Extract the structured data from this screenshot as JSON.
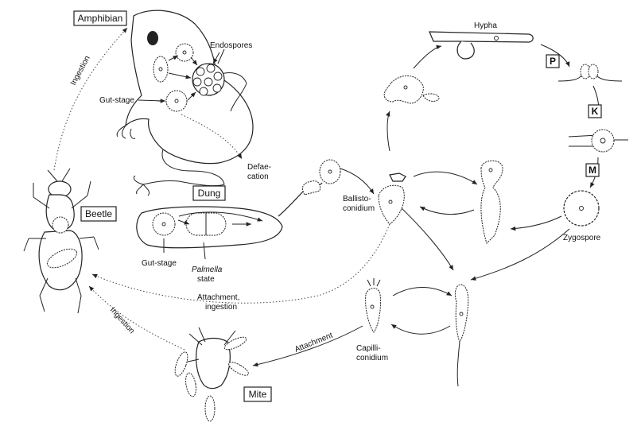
{
  "stages": {
    "amphibian": "Amphibian",
    "beetle": "Beetle",
    "dung": "Dung",
    "mite": "Mite",
    "p": "P",
    "k": "K",
    "m": "M"
  },
  "labels": {
    "endospores": "Endospores",
    "gut_stage_top": "Gut-stage",
    "ingestion_left": "Ingestion",
    "defaecation_1": "Defae-",
    "defaecation_2": "cation",
    "gut_stage_dung": "Gut-stage",
    "palmella_1": "Palmella",
    "palmella_2": "state",
    "hypha": "Hypha",
    "ballisto_1": "Ballisto-",
    "ballisto_2": "conidium",
    "zygospore": "Zygospore",
    "attach_ingest_1": "Attachment,",
    "attach_ingest_2": "ingestion",
    "ingestion_lower": "Ingestion",
    "attachment": "Attachment",
    "capilli_1": "Capilli-",
    "capilli_2": "conidium"
  }
}
